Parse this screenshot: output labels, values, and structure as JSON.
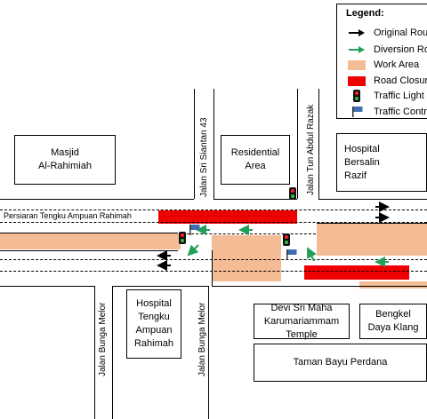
{
  "legend": {
    "title": "Legend:",
    "items": [
      {
        "label": "Original Route",
        "symbol": "black-arrow-icon"
      },
      {
        "label": "Diversion Route",
        "symbol": "green-arrow-icon"
      },
      {
        "label": "Work Area",
        "symbol": "work-area-swatch",
        "color": "#f4bc95"
      },
      {
        "label": "Road Closure",
        "symbol": "road-closure-swatch",
        "color": "#ee0000"
      },
      {
        "label": "Traffic Light",
        "symbol": "traffic-light-icon"
      },
      {
        "label": "Traffic Control",
        "symbol": "traffic-control-flag-icon"
      }
    ]
  },
  "roads": {
    "main": "Persiaran Tengku Ampuan Rahimah",
    "sri_siantan": "Jalan Sri Siantan 43",
    "tun_abdul_razak": "Jalan Tun Abdul Razak",
    "bunga_melor_left": "Jalan Bunga Melor",
    "bunga_melor_right": "Jalan Bunga Melor"
  },
  "buildings": {
    "masjid": "Masjid\nAl-Rahimiah",
    "residential": "Residential\nArea",
    "hospital_bersalin": "Hospital\nBersalin\nRazif",
    "hospital_tengku": "Hospital\nTengku\nAmpuan\nRahimah",
    "temple": "Devi Sri Maha\nKarumariammam\nTemple",
    "bengkel": "Bengkel\nDaya Klang",
    "taman": "Taman Bayu Perdana"
  },
  "colors": {
    "work_area": "#f4bc95",
    "road_closure": "#ee0000",
    "diversion": "#22a05a",
    "original": "#000000",
    "traffic_control": "#3d6fb0"
  }
}
